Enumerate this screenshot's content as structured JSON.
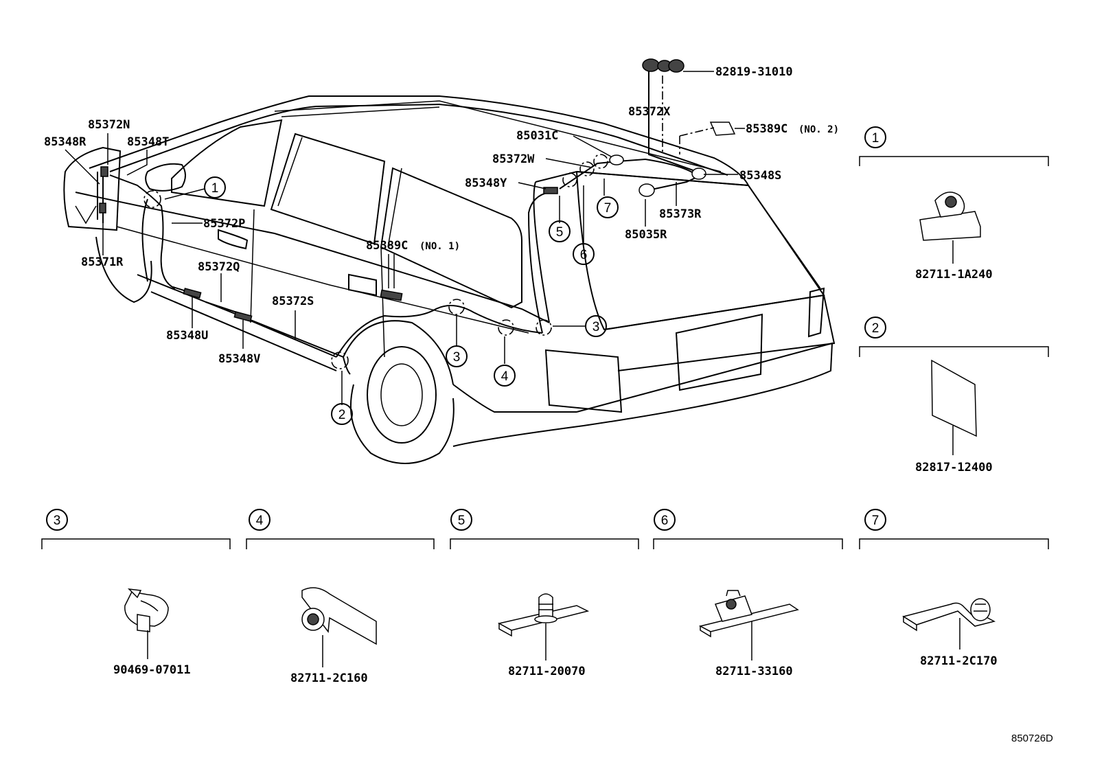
{
  "diagram": {
    "drawing_code": "850726D",
    "car_labels": {
      "l_85372N": "85372N",
      "l_85348R": "85348R",
      "l_85348T": "85348T",
      "l_85372P": "85372P",
      "l_85371R": "85371R",
      "l_85372Q": "85372Q",
      "l_85372S": "85372S",
      "l_85348U": "85348U",
      "l_85348V": "85348V",
      "l_85389C1": "85389C",
      "l_85389C1_note": "(NO. 1)",
      "l_85031C": "85031C",
      "l_85372W": "85372W",
      "l_85348Y": "85348Y",
      "l_85372X": "85372X",
      "l_82819": "82819-31010",
      "l_85389C2": "85389C",
      "l_85389C2_note": "(NO. 2)",
      "l_85348S": "85348S",
      "l_85373R": "85373R",
      "l_85035R": "85035R"
    },
    "callouts": {
      "c1": "1",
      "c2": "2",
      "c3": "3",
      "c4": "4",
      "c5": "5",
      "c6": "6",
      "c7": "7"
    },
    "detail_boxes": [
      {
        "num": "1",
        "part": "82711-1A240"
      },
      {
        "num": "2",
        "part": "82817-12400"
      },
      {
        "num": "3",
        "part": "90469-07011"
      },
      {
        "num": "4",
        "part": "82711-2C160"
      },
      {
        "num": "5",
        "part": "82711-20070"
      },
      {
        "num": "6",
        "part": "82711-33160"
      },
      {
        "num": "7",
        "part": "82711-2C170"
      }
    ]
  }
}
